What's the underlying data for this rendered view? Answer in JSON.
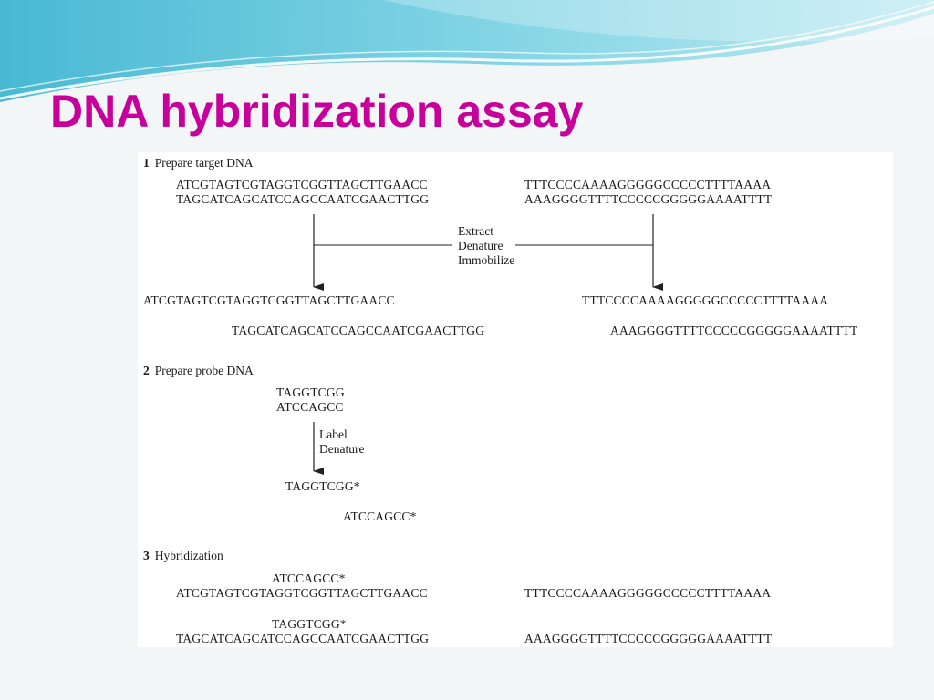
{
  "slide": {
    "title": "DNA hybridization assay",
    "title_color": "#c8009b",
    "theme_colors": [
      "#5ec7dc",
      "#9fe0ec",
      "#ffffff"
    ]
  },
  "step1": {
    "number": "1",
    "label": "Prepare target DNA",
    "dsdna_left": {
      "top": "ATCGTAGTCGTAGGTCGGTTAGCTTGAACC",
      "bottom": "TAGCATCAGCATCCAGCCAATCGAACTTGG"
    },
    "dsdna_right": {
      "top": "TTTCCCCAAAAGGGGGCCCCCTTTTAAAA",
      "bottom": "AAAGGGGTTTTCCCCCGGGGGAAAATTTT"
    },
    "process": [
      "Extract",
      "Denature",
      "Immobilize"
    ],
    "ss_left_top": "ATCGTAGTCGTAGGTCGGTTAGCTTGAACC",
    "ss_left_bottom": "TAGCATCAGCATCCAGCCAATCGAACTTGG",
    "ss_right_top": "TTTCCCCAAAAGGGGGCCCCCTTTTAAAA",
    "ss_right_bottom": "AAAGGGGTTTTCCCCCGGGGGAAAATTTT"
  },
  "step2": {
    "number": "2",
    "label": "Prepare probe DNA",
    "probe_top": "TAGGTCGG",
    "probe_bottom": "ATCCAGCC",
    "process": [
      "Label",
      "Denature"
    ],
    "labeled_top": "TAGGTCGG*",
    "labeled_bottom": "ATCCAGCC*"
  },
  "step3": {
    "number": "3",
    "label": "Hybridization",
    "probe_a": "ATCCAGCC*",
    "target_a_left": "ATCGTAGTCGTAGGTCGGTTAGCTTGAACC",
    "target_a_right": "TTTCCCCAAAAGGGGGCCCCCTTTTAAAA",
    "probe_b": "TAGGTCGG*",
    "target_b_left": "TAGCATCAGCATCCAGCCAATCGAACTTGG",
    "target_b_right": "AAAGGGGTTTTCCCCCGGGGGAAAATTTT"
  }
}
